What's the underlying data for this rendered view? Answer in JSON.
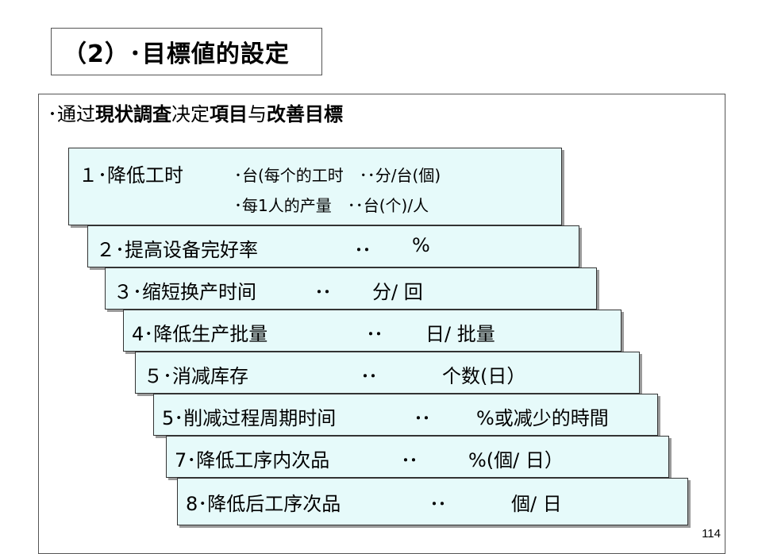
{
  "title": "（2）･目標値的設定",
  "intro": {
    "lead": "･通过",
    "b1": "現状調査",
    "mid": "决定",
    "b2": "項目",
    "mid2": "与",
    "b3": "改善目標"
  },
  "steps": [
    {
      "label": "１･降低工时",
      "sub_lines": [
        "･台(每个的工时　･･分/台(個)",
        "･每1人的产量　･･台(个)/人"
      ]
    },
    {
      "label": "２･提高设备完好率",
      "dots": "･･",
      "unit": "%"
    },
    {
      "label": "３･缩短换产时间",
      "dots": "･･",
      "unit": "分/ 回"
    },
    {
      "label": "4･降低生产批量",
      "dots": "･･",
      "unit": "日/ 批量"
    },
    {
      "label": "５･消减库存",
      "dots": "･･",
      "unit": "个数(日）"
    },
    {
      "label": "5･削减过程周期时间",
      "dots": "･･",
      "unit": "%或减少的時間"
    },
    {
      "label": "7･降低工序内次品",
      "dots": "･･",
      "unit": "%(個/ 日）"
    },
    {
      "label": "8･降低后工序次品",
      "dots": "･･",
      "unit": "個/ 日"
    }
  ],
  "page_number": "114"
}
